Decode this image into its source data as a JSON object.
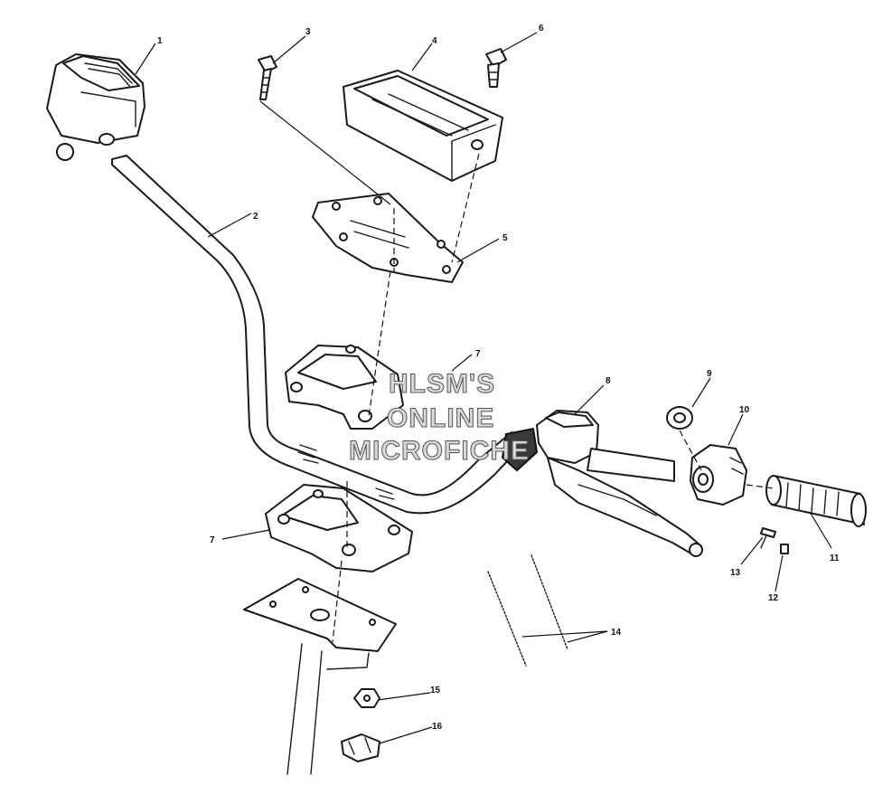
{
  "callouts": {
    "c1": "1",
    "c2": "2",
    "c3": "3",
    "c4": "4",
    "c5": "5",
    "c6": "6",
    "c7a": "7",
    "c7b": "7",
    "c8": "8",
    "c9": "9",
    "c10": "10",
    "c11": "11",
    "c12": "12",
    "c13": "13",
    "c14": "14",
    "c15": "15",
    "c16": "16"
  },
  "watermark": {
    "line1": "HLSM'S",
    "line2": "ONLINE",
    "line3": "MICROFICHE"
  }
}
